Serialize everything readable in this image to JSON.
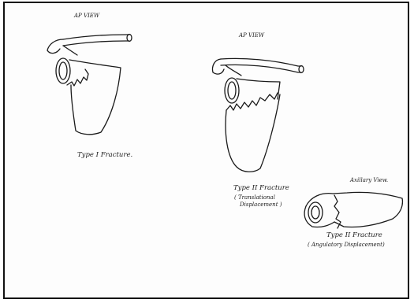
{
  "figure1": {
    "view_label": "AP VIEW",
    "caption": "Type I  Fracture."
  },
  "figure2": {
    "view_label": "AP VIEW",
    "caption_line1": "Type II  Fracture",
    "caption_line2": "( Translational",
    "caption_line3": "Displacement )"
  },
  "figure3": {
    "view_label": "Axillary View.",
    "caption_line1": "Type II  Fracture",
    "caption_line2": "( Angulatory  Displacement)"
  }
}
